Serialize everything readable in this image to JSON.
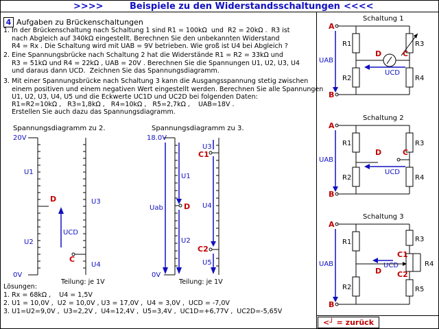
{
  "header": {
    "left_arrows": ">>>>",
    "title": "Beispiele zu den Widerstandsschaltungen",
    "right_arrows": "<<<<"
  },
  "section": {
    "number": "4",
    "title": "Aufgaben zu Brückenschaltungen"
  },
  "tasks": [
    "1. In der Brückenschaltung nach Schaltung 1 sind R1 = 100kΩ  und  R2 = 20kΩ .  R3 ist",
    "    nach Abgleich auf 340kΩ eingestellt. Berechnen Sie den unbekannten Widerstand",
    "    R4 = Rx . Die Schaltung wird mit UAB = 9V betrieben. Wie groß ist U4 bei Abgleich ?",
    "2. Eine Spannungsbrücke nach Schaltung 2 hat die Widerstände R1 = R2 = 33kΩ und",
    "    R3 = 51kΩ und R4 = 22kΩ , UAB = 20V . Berechnen Sie die Spannungen U1, U2, U3, U4",
    "    und daraus dann UCD.  Zeichnen Sie das Spannungsdiagramm.",
    "3. Mit einer Spannungsbrücke nach Schaltung 3 kann die Ausgangsspannung stetig zwischen",
    "    einem positiven und einem negativen Wert eingestellt werden. Berechnen Sie alle Spannungen",
    "    U1, U2, U3, U4, U5 und die Eckwerte UC1D und UC2D bei folgenden Daten:",
    "    R1=R2=10kΩ ,   R3=1,8kΩ ,   R4=10kΩ ,   R5=2,7kΩ ,    UAB=18V .",
    "    Erstellen Sie auch dazu das Spannungsdiagramm."
  ],
  "diagram2": {
    "title": "Spannungsdiagramm zu 2.",
    "top_value": "20V",
    "bottom_value": "0V",
    "u1": "U1",
    "u2": "U2",
    "u3": "U3",
    "u4": "U4",
    "ucd": "UCD",
    "d": "D",
    "c": "C",
    "scale": "Teilung: je 1V"
  },
  "diagram3": {
    "title": "Spannungsdiagramm zu 3.",
    "top_value": "18.0V",
    "bottom_value": "0V",
    "u1": "U1",
    "u2": "U2",
    "u3": "U3",
    "u4": "U4",
    "u5": "U5",
    "uab": "Uab",
    "d": "D",
    "c1": "C1",
    "c2": "C2",
    "scale": "Teilung: je 1V"
  },
  "solutions": {
    "heading": "Lösungen:",
    "lines": [
      "1. Rx = 68kΩ ,    U4 = 1,5V",
      "2. U1 = 10,0V ,  U2 = 10,0V , U3 = 17,0V ,  U4 = 3,0V ,  UCD = -7,0V",
      "3. U1=U2=9,0V ,  U3=2,2V ,  U4=12,4V ,  U5=3,4V ,  UC1D=+6,77V ,  UC2D=-5,65V"
    ]
  },
  "circuits": {
    "s1": {
      "title": "Schaltung 1",
      "a": "A",
      "b": "B",
      "uab": "UAB",
      "r1": "R1",
      "r2": "R2",
      "r3": "R3",
      "r4": "R4",
      "c": "C",
      "d": "D",
      "ucd": "UCD"
    },
    "s2": {
      "title": "Schaltung 2",
      "a": "A",
      "b": "B",
      "uab": "UAB",
      "r1": "R1",
      "r2": "R2",
      "r3": "R3",
      "r4": "R4",
      "c": "C",
      "d": "D",
      "ucd": "UCD"
    },
    "s3": {
      "title": "Schaltung 3",
      "a": "A",
      "b": "B",
      "uab": "UAB",
      "r1": "R1",
      "r2": "R2",
      "r3": "R3",
      "r4": "R4",
      "r5": "R5",
      "c1": "C1",
      "c2": "C2",
      "d": "D",
      "ucd": "UCD"
    }
  },
  "back_button": "<┘ = zurück",
  "colors": {
    "blue": "#1010c0",
    "red": "#c00000",
    "black": "#000000"
  }
}
